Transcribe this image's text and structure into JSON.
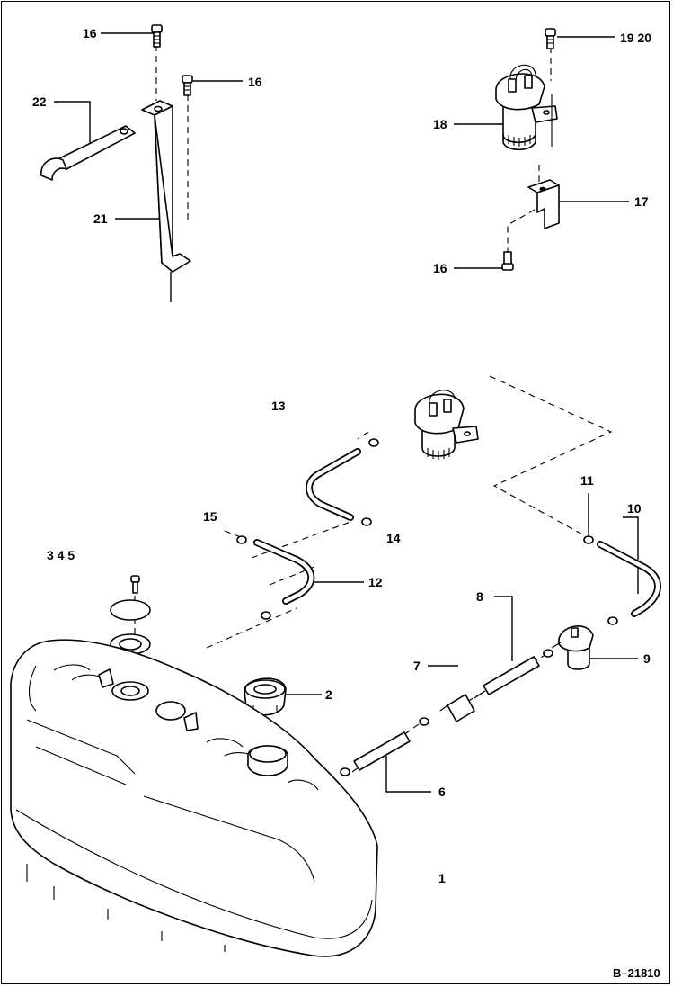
{
  "callouts": {
    "c16a": "16",
    "c16b": "16",
    "c16c": "16",
    "c1920": "19 20",
    "c22": "22",
    "c21": "21",
    "c18": "18",
    "c17": "17",
    "c13": "13",
    "c11": "11",
    "c10": "10",
    "c15": "15",
    "c14": "14",
    "c12": "12",
    "c345": "3 4 5",
    "c8": "8",
    "c7": "7",
    "c9": "9",
    "c2": "2",
    "c6": "6",
    "c1": "1"
  },
  "figure_ref": "B–21810"
}
